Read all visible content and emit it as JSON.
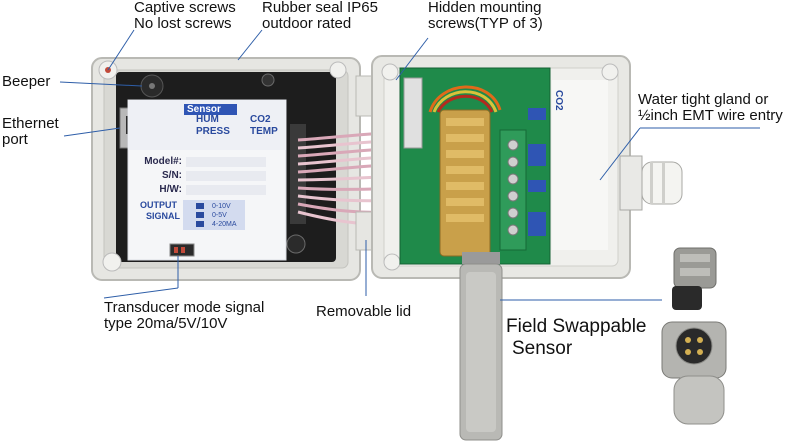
{
  "callouts": {
    "captive": [
      "Captive screws",
      "No lost screws"
    ],
    "seal": [
      "Rubber seal IP65",
      "outdoor rated"
    ],
    "hidden": [
      "Hidden mounting",
      "screws(TYP of 3)"
    ],
    "beeper": "Beeper",
    "ethernet": [
      "Ethernet",
      "port"
    ],
    "gland": [
      "Water tight gland or",
      "½inch EMT wire entry"
    ],
    "transducer": [
      "Transducer mode signal",
      "type 20ma/5V/10V"
    ],
    "lid": "Removable lid",
    "swappable": [
      "Field Swappable",
      "Sensor"
    ]
  },
  "panel": {
    "sensor_heading": "Sensor",
    "sensors": [
      "HUM",
      "CO2",
      "PRESS",
      "TEMP"
    ],
    "fields": [
      "Model#:",
      "S/N:",
      "H/W:"
    ],
    "output_label": [
      "OUTPUT",
      "SIGNAL"
    ],
    "ranges": [
      "0-10V",
      "0-5V",
      "4-20MA"
    ]
  },
  "board": {
    "co2_label": "CO2"
  },
  "colors": {
    "enclosure": "#e6e6e2",
    "enclosure_edge": "#b9b9b4",
    "pcb_dark": "#1d1d1d",
    "pcb_green": "#1f8a4a",
    "ribbon": "#d9a8b8",
    "brass": "#c9a04a",
    "accent_blue": "#2f55b4",
    "leader_line": "#2e5ea8"
  }
}
